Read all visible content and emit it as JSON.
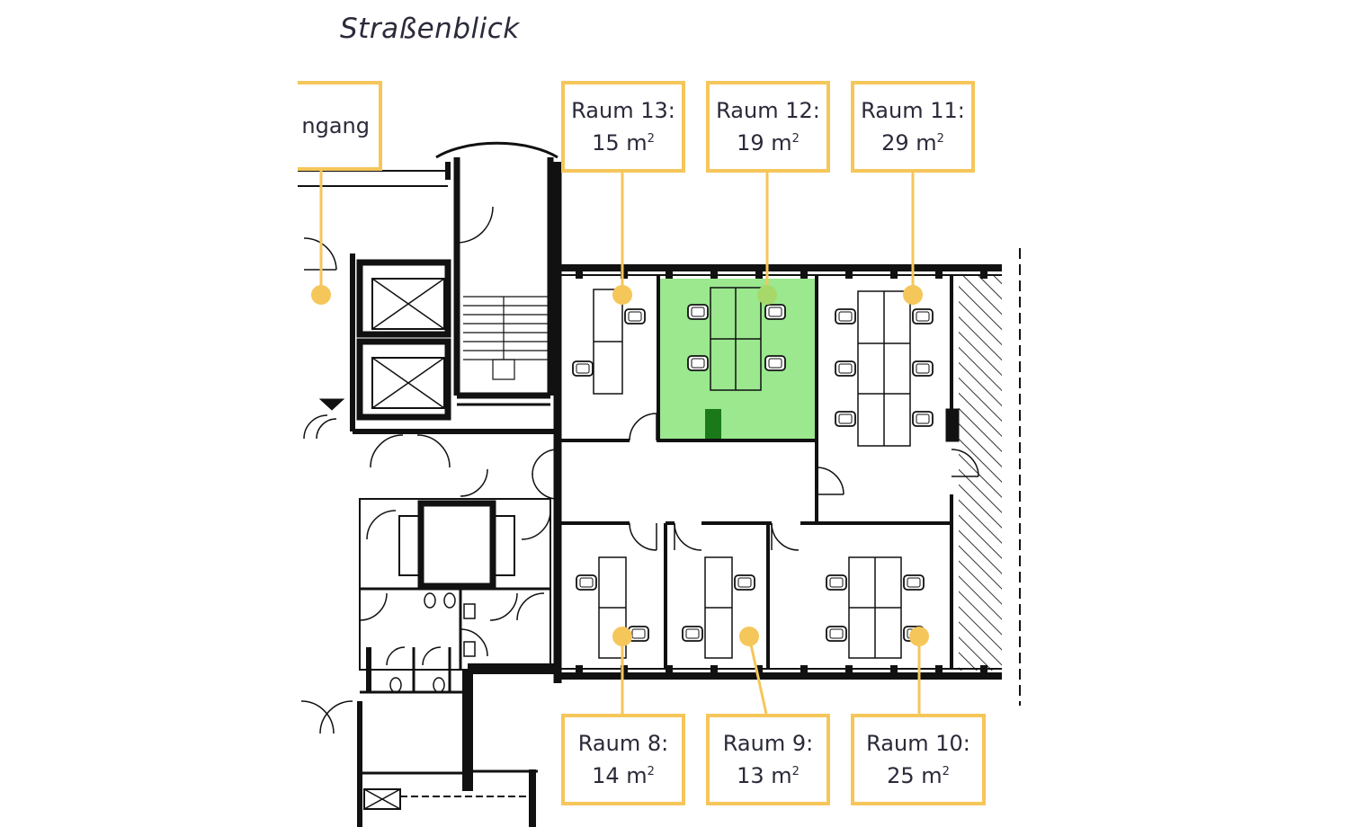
{
  "view_title": "Straßenblick",
  "entrance": {
    "label": "ngang"
  },
  "rooms": [
    {
      "id": "13",
      "name": "Raum 13:",
      "area": "15 m",
      "unit_sup": "2",
      "selected": false
    },
    {
      "id": "12",
      "name": "Raum 12:",
      "area": "19 m",
      "unit_sup": "2",
      "selected": true
    },
    {
      "id": "11",
      "name": "Raum 11:",
      "area": "29 m",
      "unit_sup": "2",
      "selected": false
    },
    {
      "id": "8",
      "name": "Raum 8:",
      "area": "14 m",
      "unit_sup": "2",
      "selected": false
    },
    {
      "id": "9",
      "name": "Raum 9:",
      "area": "13 m",
      "unit_sup": "2",
      "selected": false
    },
    {
      "id": "10",
      "name": "Raum 10:",
      "area": "25 m",
      "unit_sup": "2",
      "selected": false
    }
  ],
  "colors": {
    "label_border": "#f5c65a",
    "marker": "#f5c65a",
    "selected_fill": "#9be88f",
    "selected_marker": "#a6d96a",
    "wall": "#111111"
  }
}
